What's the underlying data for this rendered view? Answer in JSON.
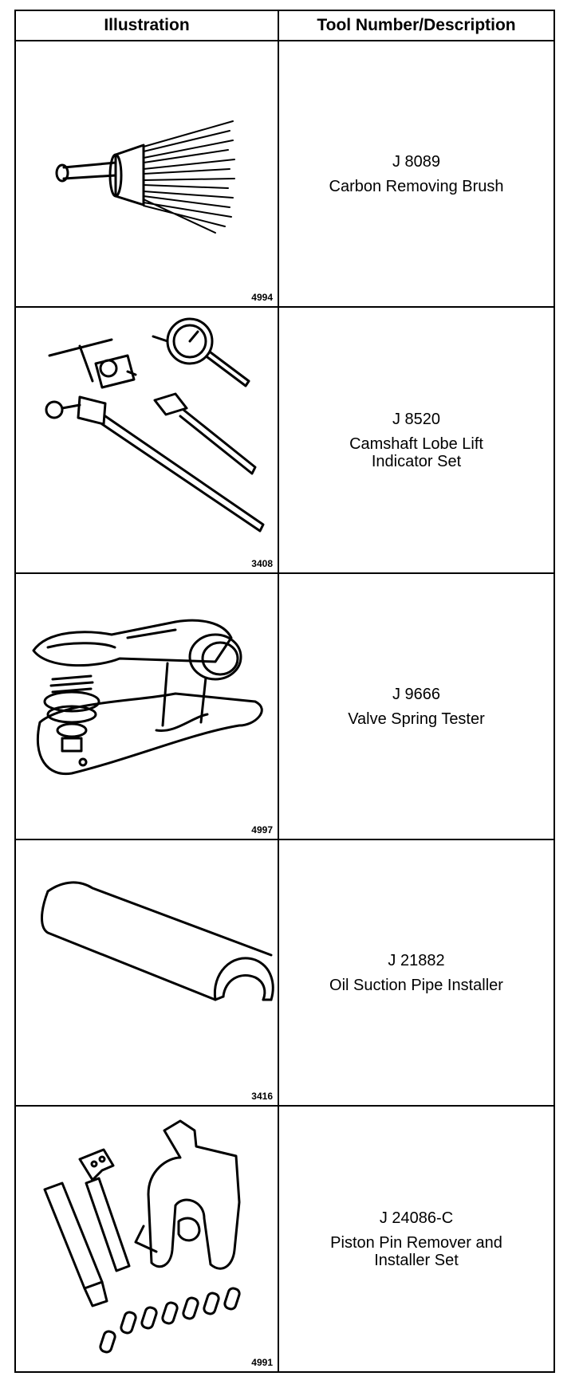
{
  "table": {
    "headers": [
      "Illustration",
      "Tool Number/Description"
    ],
    "rows": [
      {
        "fig_number": "4994",
        "tool_number": "J 8089",
        "description": [
          "Carbon Removing Brush"
        ],
        "icon": "carbon-brush-icon"
      },
      {
        "fig_number": "3408",
        "tool_number": "J 8520",
        "description": [
          "Camshaft Lobe Lift",
          "Indicator Set"
        ],
        "icon": "dial-indicator-set-icon"
      },
      {
        "fig_number": "4997",
        "tool_number": "J 9666",
        "description": [
          "Valve Spring Tester"
        ],
        "icon": "valve-spring-tester-icon"
      },
      {
        "fig_number": "3416",
        "tool_number": "J 21882",
        "description": [
          "Oil Suction Pipe Installer"
        ],
        "icon": "half-pipe-icon"
      },
      {
        "fig_number": "4991",
        "tool_number": "J 24086-C",
        "description": [
          "Piston Pin Remover and",
          "Installer Set"
        ],
        "icon": "piston-pin-set-icon"
      }
    ]
  }
}
